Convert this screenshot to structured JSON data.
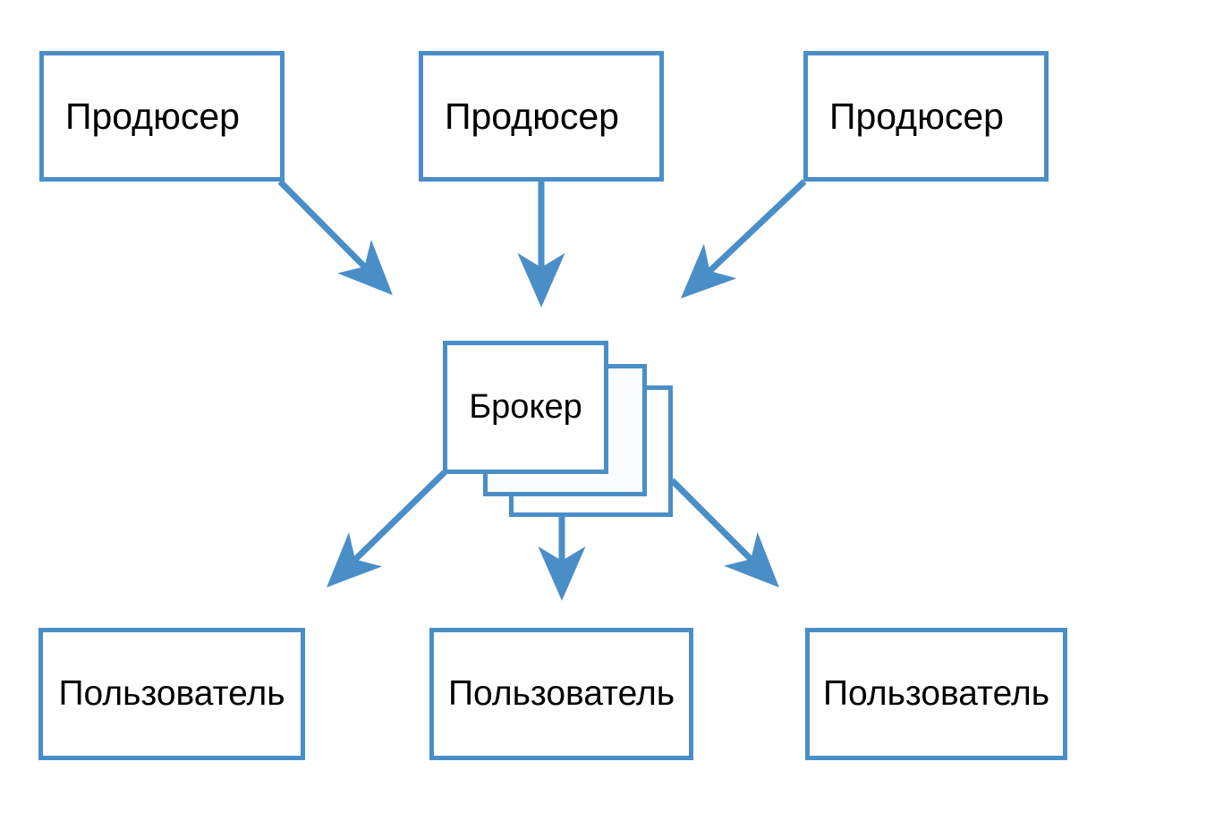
{
  "diagram": {
    "title": "Producer / Broker / Consumer message queue diagram",
    "accent_color": "#4a8ec8",
    "background_color": "#ffffff",
    "text_color": "#000000",
    "producers": [
      {
        "label": "Продюсер"
      },
      {
        "label": "Продюсер"
      },
      {
        "label": "Продюсер"
      }
    ],
    "broker": {
      "label": "Брокер",
      "stack_count": 3
    },
    "consumers": [
      {
        "label": "Пользователь"
      },
      {
        "label": "Пользователь"
      },
      {
        "label": "Пользователь"
      }
    ],
    "edges": [
      {
        "name": "producer-1-to-broker",
        "direction": "down-right"
      },
      {
        "name": "producer-2-to-broker",
        "direction": "down"
      },
      {
        "name": "producer-3-to-broker",
        "direction": "down-left"
      },
      {
        "name": "broker-to-consumer-1",
        "direction": "down-left"
      },
      {
        "name": "broker-to-consumer-2",
        "direction": "down"
      },
      {
        "name": "broker-to-consumer-3",
        "direction": "down-right"
      }
    ]
  }
}
